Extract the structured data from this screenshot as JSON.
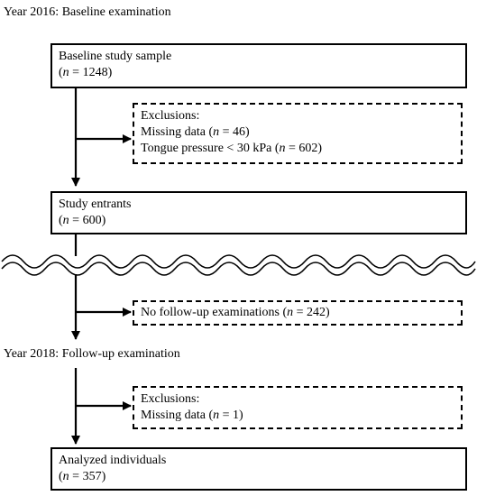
{
  "headings": {
    "year_2016": "Year 2016: Baseline examination",
    "year_2018": "Year 2018: Follow-up examination"
  },
  "boxes": {
    "baseline": {
      "title": "Baseline study sample",
      "count_prefix": "(",
      "count_var": "n",
      "count_rest": " = 1248)"
    },
    "exclusions_1": {
      "title": "Exclusions:",
      "line1_pre": "Missing data (",
      "line1_var": "n",
      "line1_post": " = 46)",
      "line2": "Tongue pressure < 30 kPa (",
      "line2_var": "n",
      "line2_post": " = 602)"
    },
    "entrants": {
      "title": "Study entrants",
      "count_prefix": "(",
      "count_var": "n",
      "count_rest": " = 600)"
    },
    "no_followup": {
      "text_pre": "No follow-up examinations (",
      "text_var": "n",
      "text_post": " = 242)"
    },
    "exclusions_2": {
      "title": "Exclusions:",
      "line1_pre": "Missing data (",
      "line1_var": "n",
      "line1_post": " = 1)"
    },
    "analyzed": {
      "title": "Analyzed individuals",
      "count_prefix": "(",
      "count_var": "n",
      "count_rest": " = 357)"
    }
  }
}
